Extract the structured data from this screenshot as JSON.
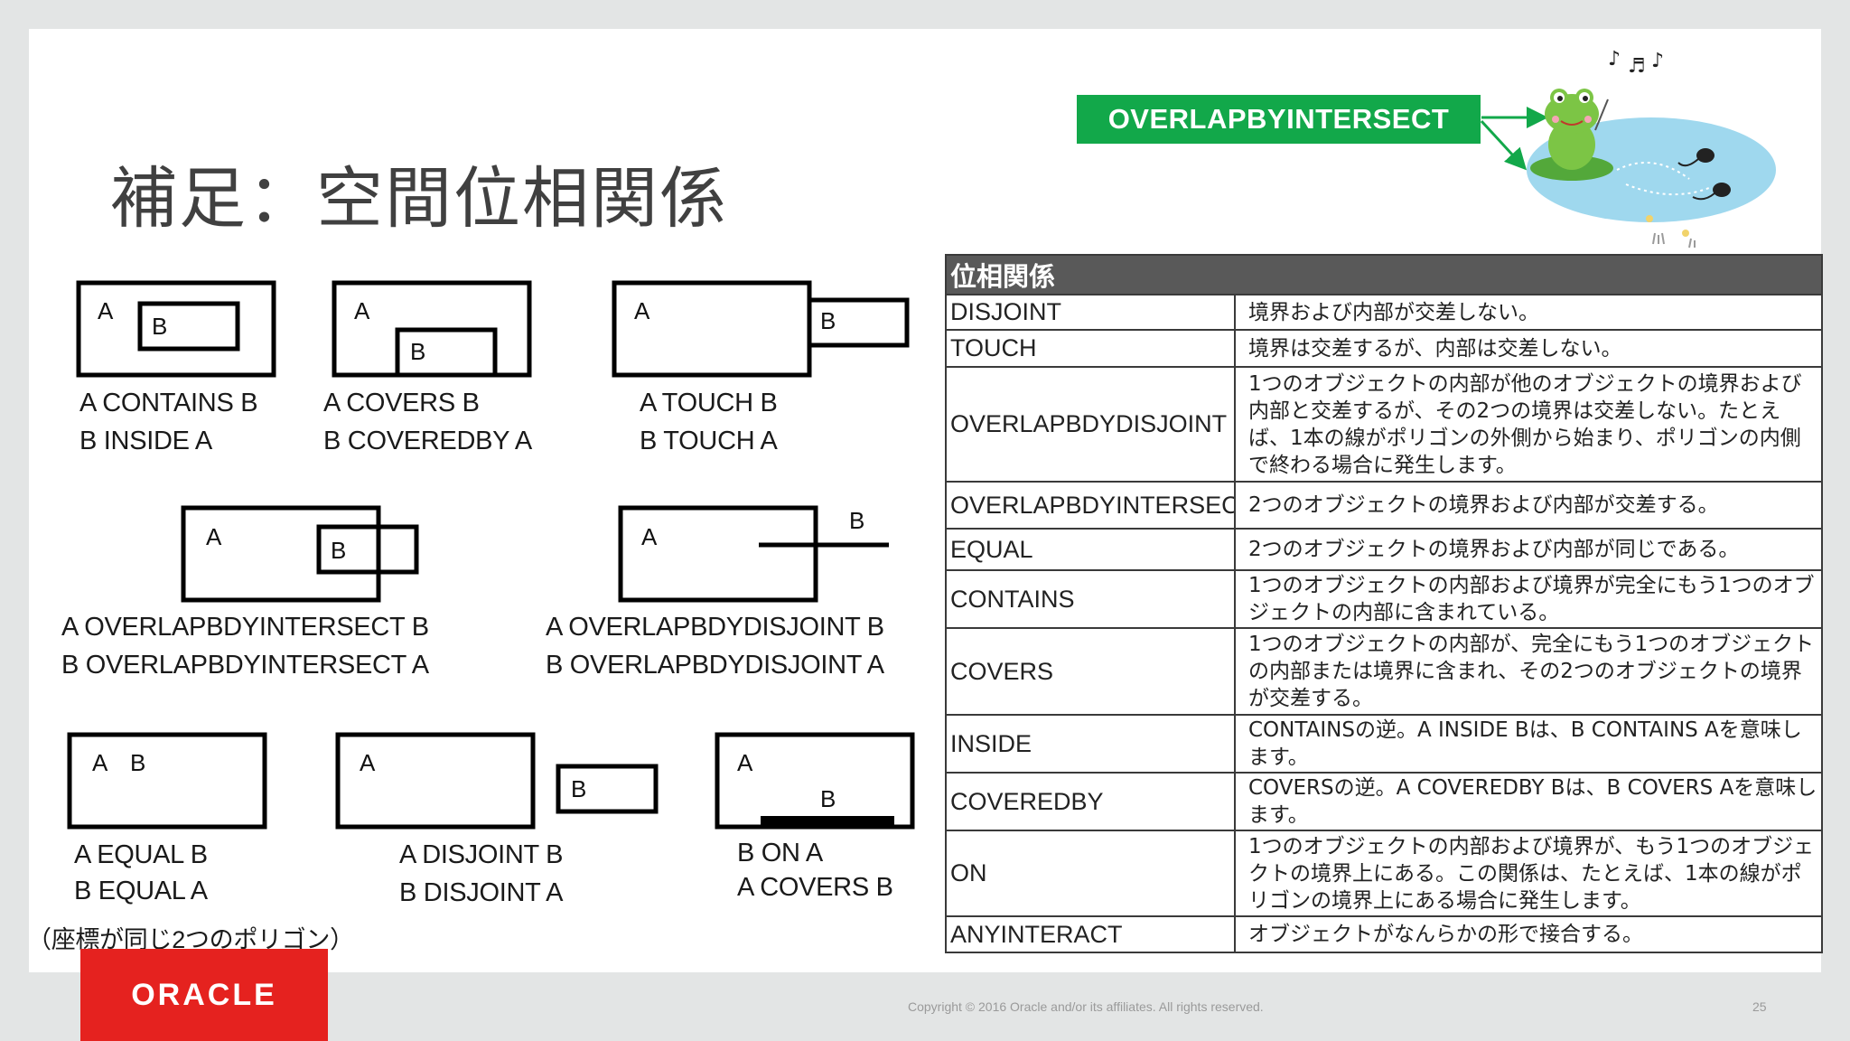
{
  "slide": {
    "title": "補足：空間位相関係",
    "callout": "OVERLAPBYINTERSECT",
    "copyright": "Copyright © 2016 Oracle and/or its affiliates. All rights reserved.",
    "page_number": "25",
    "logo_text": "ORACLE"
  },
  "diagrams": {
    "box_letter_a": "A",
    "box_letter_b": "B",
    "contains": [
      "A CONTAINS B",
      "B INSIDE A"
    ],
    "covers": [
      "A COVERS B",
      "B COVEREDBY A"
    ],
    "touch": [
      "A TOUCH B",
      "B TOUCH A"
    ],
    "overlap_intersect": [
      "A OVERLAPBDYINTERSECT B",
      "B OVERLAPBDYINTERSECT A"
    ],
    "overlap_disjoint": [
      "A OVERLAPBDYDISJOINT B",
      "B OVERLAPBDYDISJOINT A"
    ],
    "equal": [
      "A EQUAL B",
      "B EQUAL A"
    ],
    "equal_note": "（座標が同じ2つのポリゴン）",
    "disjoint": [
      "A DISJOINT B",
      "B DISJOINT A"
    ],
    "on": [
      "B ON A",
      "A COVERS B"
    ]
  },
  "table": {
    "header": "位相関係",
    "rows": [
      {
        "term": "DISJOINT",
        "desc": "境界および内部が交差しない。"
      },
      {
        "term": "TOUCH",
        "desc": "境界は交差するが、内部は交差しない。"
      },
      {
        "term": "OVERLAPBDYDISJOINT",
        "desc": "1つのオブジェクトの内部が他のオブジェクトの境界および内部と交差するが、その2つの境界は交差しない。たとえば、1本の線がポリゴンの外側から始まり、ポリゴンの内側で終わる場合に発生します。"
      },
      {
        "term": "OVERLAPBDYINTERSECT",
        "desc": "2つのオブジェクトの境界および内部が交差する。"
      },
      {
        "term": "EQUAL",
        "desc": "2つのオブジェクトの境界および内部が同じである。"
      },
      {
        "term": "CONTAINS",
        "desc": "1つのオブジェクトの内部および境界が完全にもう1つのオブジェクトの内部に含まれている。"
      },
      {
        "term": "COVERS",
        "desc": "1つのオブジェクトの内部が、完全にもう1つのオブジェクトの内部または境界に含まれ、その2つのオブジェクトの境界が交差する。"
      },
      {
        "term": "INSIDE",
        "desc": "CONTAINSの逆。A INSIDE Bは、B CONTAINS Aを意味します。"
      },
      {
        "term": "COVEREDBY",
        "desc": "COVERSの逆。A COVEREDBY Bは、B COVERS Aを意味します。"
      },
      {
        "term": "ON",
        "desc": "1つのオブジェクトの内部および境界が、もう1つのオブジェクトの境界上にある。この関係は、たとえば、1本の線がポリゴンの境界上にある場合に発生します。"
      },
      {
        "term": "ANYINTERACT",
        "desc": "オブジェクトがなんらかの形で接合する。"
      }
    ]
  },
  "icons": {
    "mascot": "frog-icon",
    "music": "music-notes-icon",
    "tadpoles": "tadpole-icon"
  },
  "colors": {
    "callout": "#12a84a",
    "table_header": "#595959",
    "logo": "#e5221f",
    "pond": "#9fd8ee",
    "frog": "#7cc545"
  }
}
